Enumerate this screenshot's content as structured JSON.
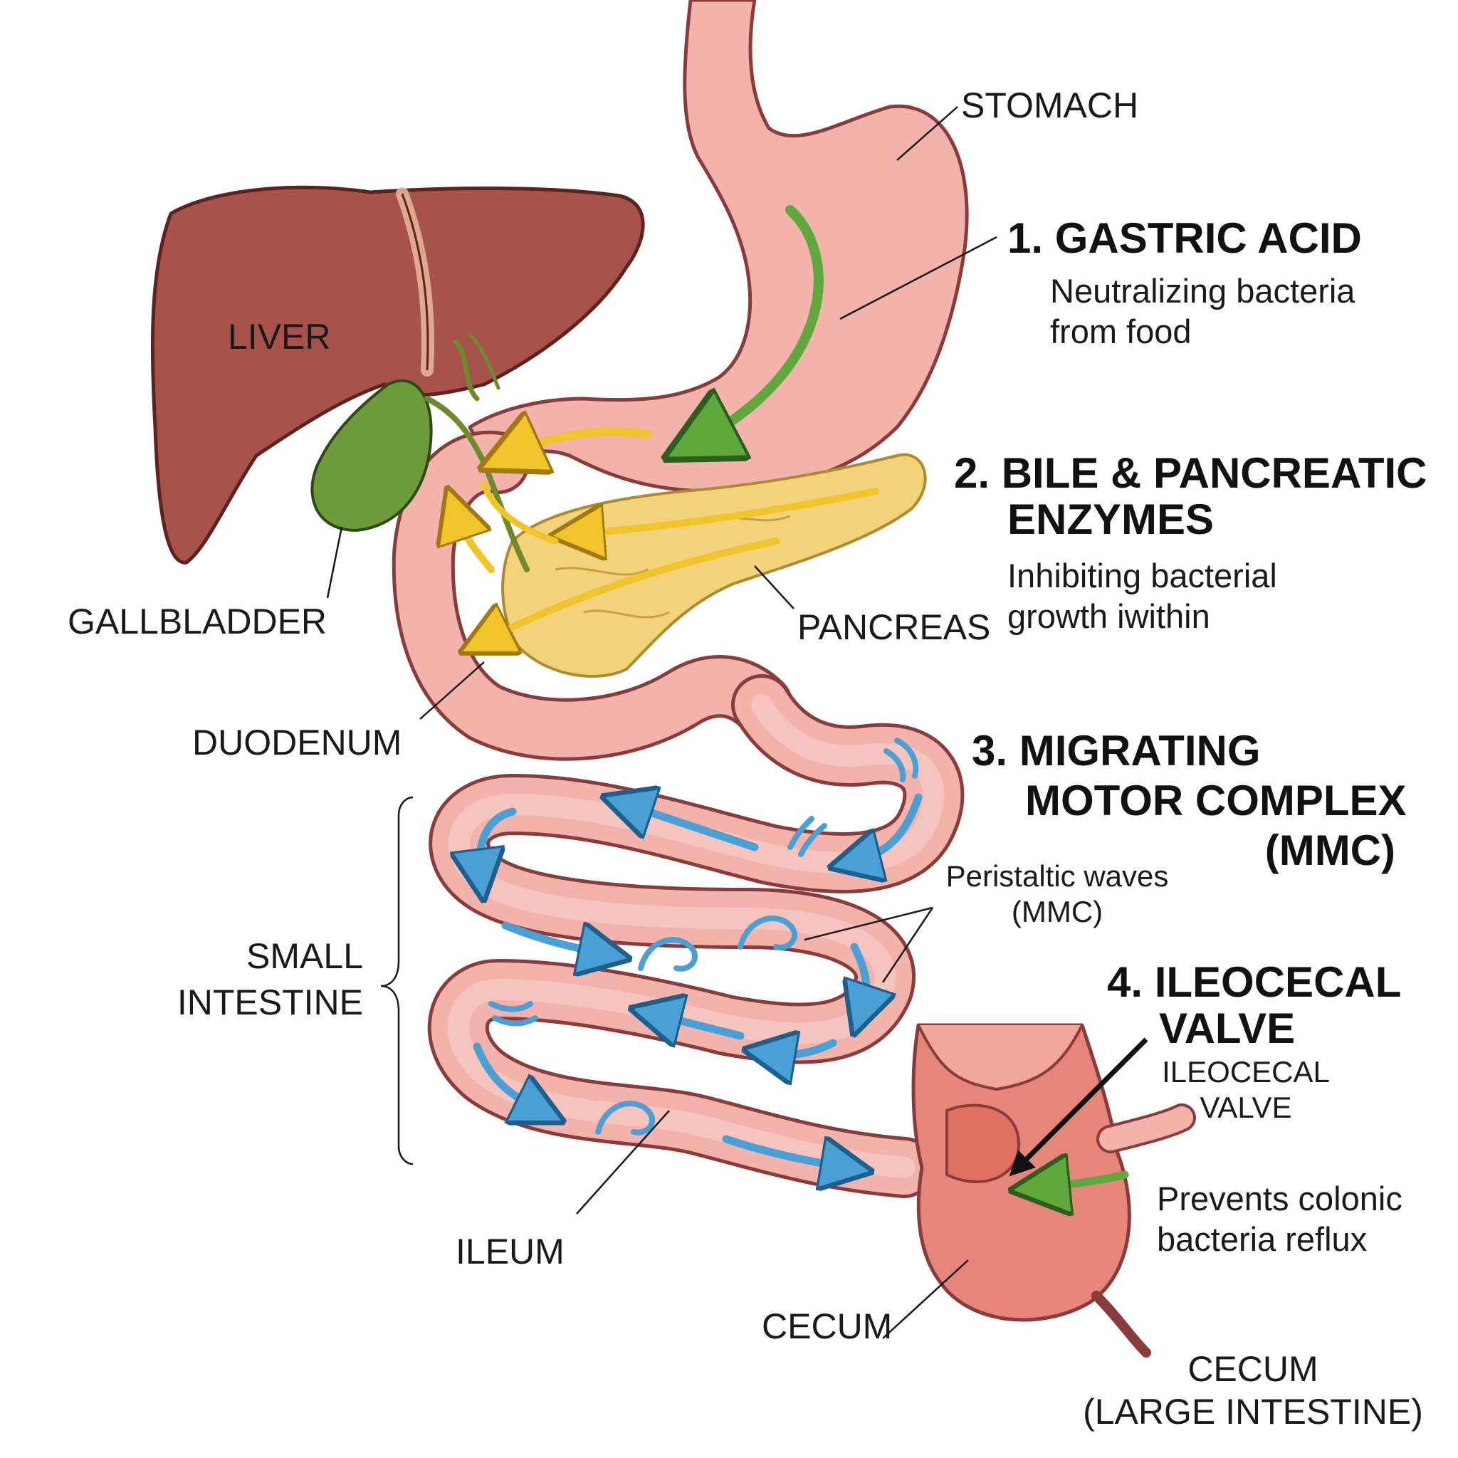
{
  "organs": {
    "stomach": "STOMACH",
    "liver": "LIVER",
    "gallbladder": "GALLBLADDER",
    "pancreas": "PANCREAS",
    "duodenum": "DUODENUM",
    "small_intestine_line1": "SMALL",
    "small_intestine_line2": "INTESTINE",
    "ileum": "ILEUM",
    "cecum": "CECUM",
    "cecum_large_line1": "CECUM",
    "cecum_large_line2": "(LARGE INTESTINE)"
  },
  "steps": [
    {
      "title_lines": [
        "1. GASTRIC ACID"
      ],
      "desc_lines": [
        "Neutralizing bacteria",
        "from food"
      ]
    },
    {
      "title_lines": [
        "2. BILE & PANCREATIC",
        "ENZYMES"
      ],
      "desc_lines": [
        "Inhibiting bacterial",
        "growth iwithin"
      ]
    },
    {
      "title_lines": [
        "3. MIGRATING",
        "MOTOR COMPLEX",
        "(MMC)"
      ],
      "desc_lines": [
        "Peristaltic waves",
        "(MMC)"
      ]
    },
    {
      "title_lines": [
        "4. ILEOCECAL",
        "VALVE"
      ],
      "sub_lines": [
        "ILEOCECAL",
        "VALVE"
      ],
      "desc_lines": [
        "Prevents colonic",
        "bacteria reflux"
      ]
    }
  ],
  "colors": {
    "gut_pink": "#f2b3ad",
    "gut_outline": "#8a3c3c",
    "liver": "#a8524c",
    "gallbladder": "#6f9a3a",
    "pancreas": "#f2d27a",
    "acid_arrow": "#5fa83c",
    "enzyme_arrow": "#f0c42a",
    "mmc_arrow": "#4a9fd4",
    "cecum": "#e6857a"
  },
  "icons": {
    "acid_arrow": "curved-green-arrow",
    "enzyme_arrows": "yellow-arrows",
    "mmc_arrows": "blue-arrows",
    "waves": "wave-swirl",
    "valve_pointer": "black-arrow"
  }
}
